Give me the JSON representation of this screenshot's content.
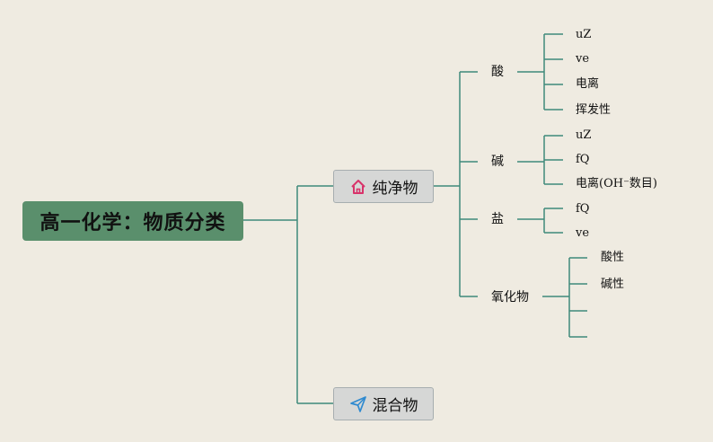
{
  "root": {
    "title": "高一化学：物质分类"
  },
  "branches": [
    {
      "label": "纯净物",
      "icon": "home-icon",
      "children": [
        {
          "label": "酸",
          "leaves": [
            "uZ",
            "ve",
            "电离",
            "挥发性"
          ]
        },
        {
          "label": "碱",
          "leaves": [
            "uZ",
            "fQ",
            "电离(OH⁻数目)"
          ]
        },
        {
          "label": "盐",
          "leaves": [
            "fQ",
            "ve"
          ]
        },
        {
          "label": "氧化物",
          "leaves": [
            "酸性",
            "碱性",
            "",
            ""
          ]
        }
      ]
    },
    {
      "label": "混合物",
      "icon": "send-icon",
      "children": []
    }
  ],
  "colors": {
    "line": "#3f8a7a",
    "root_fill": "#5a8f6c",
    "home_icon": "#d8336a",
    "send_icon": "#2f8ad0"
  }
}
